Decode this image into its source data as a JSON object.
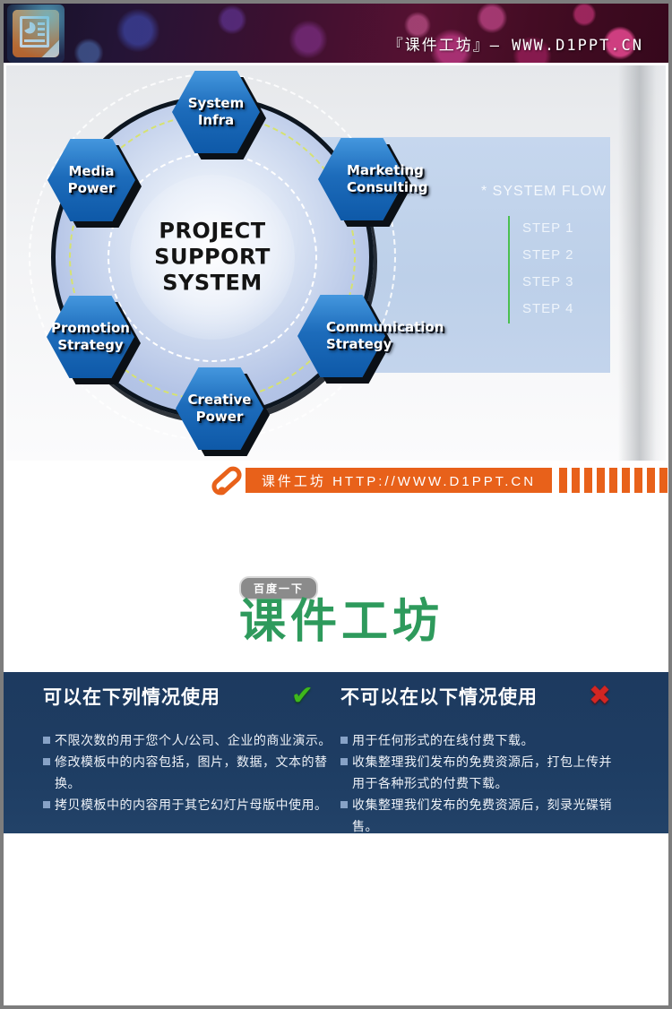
{
  "banner": {
    "title": "『课件工坊』— WWW.D1PPT.CN"
  },
  "slide": {
    "center_title": [
      "PROJECT",
      "SUPPORT",
      "SYSTEM"
    ],
    "hexagons": [
      {
        "id": "system-infra",
        "label": [
          "System",
          "Infra"
        ]
      },
      {
        "id": "media-power",
        "label": [
          "Media",
          "Power"
        ]
      },
      {
        "id": "marketing-consulting",
        "label": [
          "Marketing",
          "Consulting"
        ]
      },
      {
        "id": "promotion-strategy",
        "label": [
          "Promotion",
          "Strategy"
        ]
      },
      {
        "id": "communication-strategy",
        "label": [
          "Communication",
          "Strategy"
        ]
      },
      {
        "id": "creative-power",
        "label": [
          "Creative",
          "Power"
        ]
      }
    ],
    "flow_panel": {
      "title": "* SYSTEM FLOW",
      "steps": [
        "STEP 1",
        "STEP 2",
        "STEP 3",
        "STEP 4"
      ]
    }
  },
  "source_bar": {
    "text": "课件工坊 HTTP://WWW.D1PPT.CN"
  },
  "logo": {
    "badge": "百度一下",
    "title": "课件工坊"
  },
  "usage": {
    "allowed": {
      "title": "可以在下列情况使用",
      "icon": "✔",
      "items": [
        "不限次数的用于您个人/公司、企业的商业演示。",
        "修改模板中的内容包括，图片，数据，文本的替换。",
        "拷贝模板中的内容用于其它幻灯片母版中使用。"
      ]
    },
    "forbidden": {
      "title": "不可以在以下情况使用",
      "icon": "✖",
      "items": [
        "用于任何形式的在线付费下载。",
        [
          "收集整理我们发布的免费资源后，打包上传并",
          "用于各种形式的付费下载。"
        ],
        "收集整理我们发布的免费资源后，刻录光碟销售。"
      ]
    }
  },
  "colors": {
    "accent_orange": "#e8611a",
    "hex_blue": "#1d6cbb",
    "panel_blue": "#c2d4ea",
    "navy_panel": "#1e3d63",
    "logo_green": "#2e9a5c",
    "flow_line_green": "#4bc050",
    "check_green": "#3fb71c",
    "cross_red": "#d32622"
  }
}
